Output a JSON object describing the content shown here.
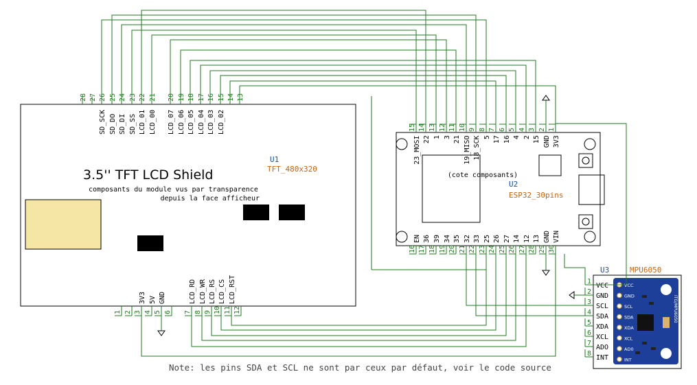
{
  "lcd": {
    "ref": "U1",
    "value": "TFT_480x320",
    "title": "3.5'' TFT LCD Shield",
    "subtitle_1": "composants du module vus par transparence",
    "subtitle_2": "depuis la face afficheur",
    "top_pins": [
      {
        "num": "28",
        "label": ""
      },
      {
        "num": "27",
        "label": ""
      },
      {
        "num": "26",
        "label": "SD_SCK"
      },
      {
        "num": "25",
        "label": "SD_DO"
      },
      {
        "num": "24",
        "label": "SD_DI"
      },
      {
        "num": "23",
        "label": "SD_SS"
      },
      {
        "num": "22",
        "label": "LCD_01"
      },
      {
        "num": "21",
        "label": "LCD_00"
      },
      {
        "num": "20",
        "label": "LCD_07"
      },
      {
        "num": "19",
        "label": "LCD_06"
      },
      {
        "num": "18",
        "label": "LCD_05"
      },
      {
        "num": "17",
        "label": "LCD_04"
      },
      {
        "num": "16",
        "label": "LCD_03"
      },
      {
        "num": "15",
        "label": "LCD_02"
      },
      {
        "num": "14",
        "label": ""
      },
      {
        "num": "13",
        "label": ""
      }
    ],
    "bottom_pins": [
      {
        "num": "1",
        "label": ""
      },
      {
        "num": "2",
        "label": ""
      },
      {
        "num": "3",
        "label": "3V3"
      },
      {
        "num": "4",
        "label": "5V"
      },
      {
        "num": "5",
        "label": "GND"
      },
      {
        "num": "6",
        "label": ""
      },
      {
        "num": "7",
        "label": "LCD_RD"
      },
      {
        "num": "8",
        "label": "LCD_WR"
      },
      {
        "num": "9",
        "label": "LCD_RS"
      },
      {
        "num": "10",
        "label": "LCD_CS"
      },
      {
        "num": "11",
        "label": "LCD_RST"
      },
      {
        "num": "12",
        "label": ""
      }
    ]
  },
  "esp": {
    "ref": "U2",
    "value": "ESP32_30pins",
    "side_label": "(cote composants)",
    "top_pins": [
      {
        "num": "15",
        "label": "23_MOSI"
      },
      {
        "num": "14",
        "label": "22"
      },
      {
        "num": "13",
        "label": "1"
      },
      {
        "num": "12",
        "label": "3"
      },
      {
        "num": "11",
        "label": "21"
      },
      {
        "num": "10",
        "label": "19_MISO"
      },
      {
        "num": "9",
        "label": "18_SCK"
      },
      {
        "num": "8",
        "label": "5"
      },
      {
        "num": "7",
        "label": "17"
      },
      {
        "num": "6",
        "label": "16"
      },
      {
        "num": "5",
        "label": "4"
      },
      {
        "num": "4",
        "label": "2"
      },
      {
        "num": "3",
        "label": "15"
      },
      {
        "num": "2",
        "label": "GND"
      },
      {
        "num": "1",
        "label": "3V3"
      }
    ],
    "bottom_pins": [
      {
        "num": "16",
        "label": "EN"
      },
      {
        "num": "17",
        "label": "36"
      },
      {
        "num": "18",
        "label": "39"
      },
      {
        "num": "19",
        "label": "34"
      },
      {
        "num": "20",
        "label": "35"
      },
      {
        "num": "21",
        "label": "32"
      },
      {
        "num": "22",
        "label": "33"
      },
      {
        "num": "23",
        "label": "25"
      },
      {
        "num": "24",
        "label": "26"
      },
      {
        "num": "25",
        "label": "27"
      },
      {
        "num": "26",
        "label": "14"
      },
      {
        "num": "27",
        "label": "12"
      },
      {
        "num": "28",
        "label": "13"
      },
      {
        "num": "29",
        "label": "GND"
      },
      {
        "num": "30",
        "label": "VIN"
      }
    ]
  },
  "mpu": {
    "ref": "U3",
    "value": "MPU6050",
    "pins": [
      {
        "num": "1",
        "label": "VCC"
      },
      {
        "num": "2",
        "label": "GND"
      },
      {
        "num": "3",
        "label": "SCL"
      },
      {
        "num": "4",
        "label": "SDA"
      },
      {
        "num": "5",
        "label": "XDA"
      },
      {
        "num": "6",
        "label": "XCL"
      },
      {
        "num": "7",
        "label": "ADO"
      },
      {
        "num": "8",
        "label": "INT"
      }
    ],
    "board_labels": [
      "VCC",
      "GND",
      "SCL",
      "SDA",
      "XDA",
      "XCL",
      "AD0",
      "INT"
    ],
    "board_text": "ITG/MPU6050",
    "board_color": "#1d3f9a"
  },
  "note": "Note: les pins SDA et SCL ne sont par ceux par défaut, voir le code source"
}
